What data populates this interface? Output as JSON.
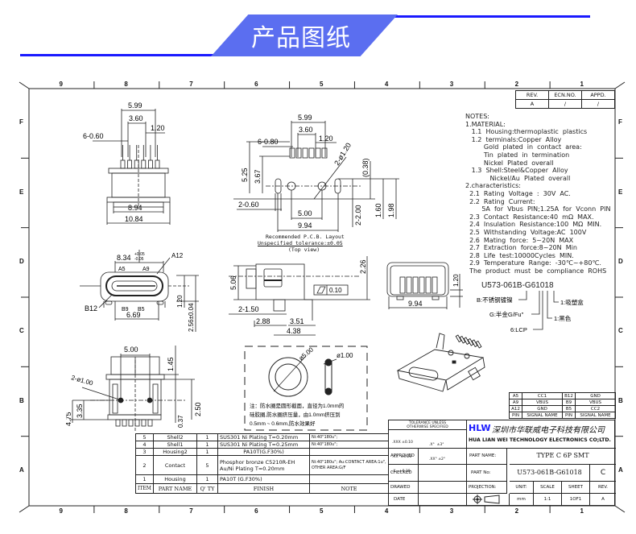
{
  "banner": {
    "title": "产品图纸",
    "accent": "#5b6ef0",
    "line_color": "#1a1aff"
  },
  "frame": {
    "columns": [
      "9",
      "8",
      "7",
      "6",
      "5",
      "4",
      "3",
      "2",
      "1"
    ],
    "rows": [
      "F",
      "E",
      "D",
      "C",
      "B",
      "A"
    ]
  },
  "revision_block": {
    "headers": [
      "REV.",
      "ECN.NO.",
      "APPD."
    ],
    "values": [
      "A",
      "/",
      "/"
    ]
  },
  "notes": [
    "NOTES:",
    "1.MATERIAL:",
    "   1.1  Housing:thermoplastic  plastics",
    "   1.2  terminals:Copper  Alloy",
    "         Gold  plated  in  contact  area:",
    "         Tin  plated  in  termination",
    "         Nickel  Plated  overall",
    "   1.3  Shell:Steel&Copper  Alloy",
    "            Nickel/Au  Plated  overall",
    "2.characteristics:",
    "  2.1  Rating  Voltage  :  30V  AC.",
    "  2.2  Rating  Current:",
    "        5A  for  Vbus  PIN;1.25A  for  Vconn  PIN",
    "  2.3  Contact  Resistance:40  mΩ  MAX.",
    "  2.4  Insulation  Resistance:100  MΩ  MIN.",
    "  2.5  Withstanding  Voltage:AC  100V",
    "  2.6  Mating  force:  5~20N  MAX",
    "  2.7  Extraction  force:8~20N  Min",
    "  2.8  Life  test:10000Cycles  MIN.",
    "  2.9  Temperature  Range:  -30℃~+80℃.",
    "  The  product  must  be  compliance  ROHS"
  ],
  "part_code": {
    "code": "U573-061B-G61018",
    "legend": [
      "B:不锈钢镀镍",
      "G:半金G/Fu\"",
      "6:LCP",
      "1:吸塑盒",
      "1:黑色"
    ]
  },
  "views": {
    "top_view": {
      "dims": [
        "5.99",
        "3.60",
        "1.20",
        "6-0.60",
        "8.94",
        "10.84"
      ]
    },
    "pcb_layout": {
      "dims": [
        "5.99",
        "3.60",
        "1.20",
        "6-0.80",
        "5.25",
        "3.67",
        "2-0.60",
        "5.00",
        "9.94",
        "2-ø1.20",
        "2-2.00",
        "(0.38)",
        "1.60",
        "1.98"
      ],
      "caption": [
        "Recommended P.C.B. Layout",
        "Unspecified tolerance:±0.05",
        "(Top view)"
      ]
    },
    "front_view": {
      "dims": [
        "8.34",
        "+0.05",
        "-0.05",
        "A12",
        "A5",
        "A9",
        "B12",
        "B9",
        "B5",
        "6.69",
        "1.20",
        "2.56±0.04"
      ]
    },
    "side_view": {
      "dims": [
        "5.06",
        "2.26",
        "0.10",
        "2-1.50",
        "2.88",
        "3.51",
        "4.38"
      ]
    },
    "rear_view": {
      "dims": [
        "1.20",
        "9.94"
      ]
    },
    "bottom_view": {
      "dims": [
        "5.00",
        "1.45",
        "2-ø1.00",
        "4.75",
        "3.35",
        "0.37",
        "2.50"
      ]
    },
    "gasket_note": {
      "dims": [
        "ø5.00",
        "ø1.00"
      ],
      "text": [
        "注：防水圈是圆形截面，直径为1.0mm的",
        "硅胶圈,防水圈挤压量，由1.0mm挤压到",
        "0.5mm ~ 0.6mm,防水效果好"
      ]
    }
  },
  "pin_table": {
    "rows": [
      [
        "A5",
        "CC1",
        "B12",
        "GND"
      ],
      [
        "A9",
        "VBUS",
        "B9",
        "VBUS"
      ],
      [
        "A12",
        "GND",
        "B5",
        "CC2"
      ],
      [
        "PIN",
        "SIGNAL NAME",
        "PIN",
        "SIGNAL NAME"
      ]
    ]
  },
  "bom": {
    "rows": [
      {
        "item": "5",
        "name": "Shell2",
        "qty": "1",
        "finish": "SUS301  Ni   Plating  T=0.20mm",
        "note": "Ni:40\"180u\";"
      },
      {
        "item": "4",
        "name": "Shell1",
        "qty": "1",
        "finish": "SUS301  Ni   Plating  T=0.25mm",
        "note": "Ni:40\"180u\";"
      },
      {
        "item": "3",
        "name": "Housing2",
        "qty": "1",
        "finish": "PA10T(G.F30%)",
        "note": ""
      },
      {
        "item": "2",
        "name": "Contact",
        "qty": "5",
        "finish": "Phosphor  bronze  C5210R-EH  Au/Ni   Plating   T=0.20mm",
        "note": "Ni:40\"180u\"; Au:CONTACT AREA:1u\", OTHER AREA:G/F"
      },
      {
        "item": "1",
        "name": "Housing",
        "qty": "1",
        "finish": "PA10T  (G.F30%)",
        "note": ""
      }
    ],
    "headers": {
      "item": "ITEM",
      "name": "PART   NAME",
      "qty": "Q' TY",
      "finish": "FINISH",
      "note": "NOTE"
    }
  },
  "title_block": {
    "tolerance_title": "TOLERANCE UNLESS OTHERWISE SPECIFIED",
    "tolerance_values": [
      ".XXX ±0.10",
      ".XX  ±0.20",
      ".X   ±0.30",
      ".X°  ±3°",
      ".XX° ±2°"
    ],
    "company_logo": "HLW",
    "company_cn": "深圳市华联威电子科技有限公司",
    "company_en": "HUA LIAN WEI TECHNOLOGY ELECTRONICS CO;LTD.",
    "approved_label": "APPROVED",
    "checked_label": "CHECKED",
    "drawed_label": "DRAWED",
    "date_label": "DATE",
    "part_name_label": "PART NAME:",
    "part_name": "TYPE C 6P SMT",
    "part_no_label": "PART No:",
    "part_no": "U573-061B-G61018",
    "part_rev": "C",
    "projection_label": "PROJECTION:",
    "unit_label": "UNIT:",
    "unit": "mm",
    "scale_label": "SCALE",
    "scale": "1:1",
    "sheet_label": "SHEET",
    "sheet": "1OF1",
    "rev_label": "REV.",
    "rev": "A"
  }
}
